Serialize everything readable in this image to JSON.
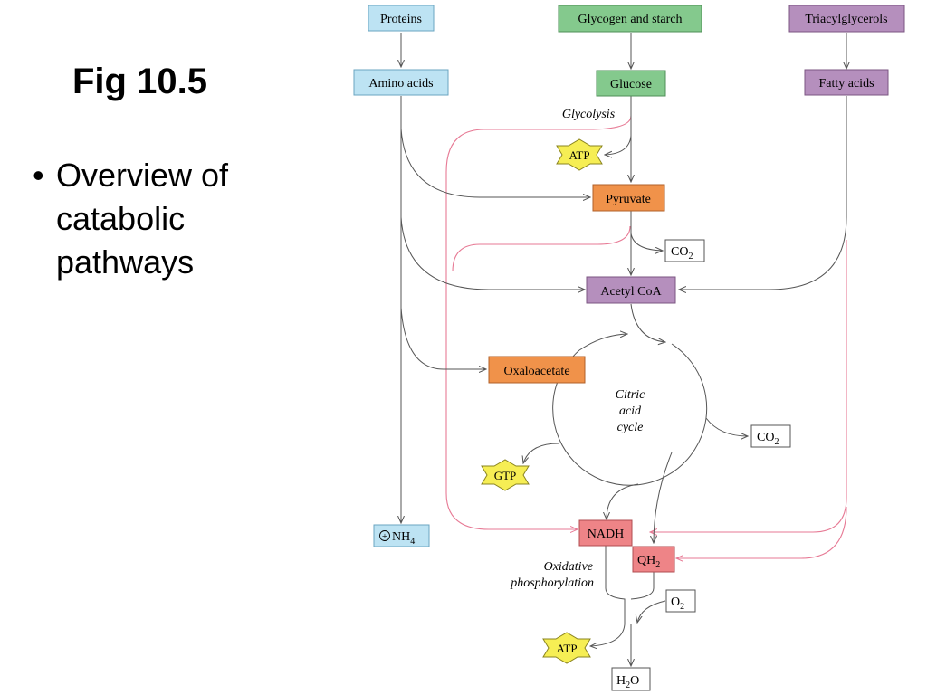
{
  "slide": {
    "title": "Fig 10.5",
    "bullet": "Overview of catabolic pathways"
  },
  "colors": {
    "protein": "#bde3f3",
    "carb": "#84c98d",
    "lipid": "#b58fbd",
    "intermediate": "#f0924a",
    "carrier": "#ee8487",
    "energy": "#f6ee54",
    "pink_line": "#e77a95",
    "gray_line": "#555555"
  },
  "diagram": {
    "boxes": {
      "proteins": "Proteins",
      "glycogen": "Glycogen and starch",
      "triacylglycerols": "Triacylglycerols",
      "amino_acids": "Amino acids",
      "glucose": "Glucose",
      "fatty_acids": "Fatty acids",
      "pyruvate": "Pyruvate",
      "co2_a": "CO",
      "co2_b": "CO",
      "acetyl_coa": "Acetyl CoA",
      "oxaloacetate": "Oxaloacetate",
      "nadh": "NADH",
      "qh2": "QH",
      "nh4": "NH",
      "o2": "O",
      "h2o_h": "H",
      "h2o_o": "O"
    },
    "subscripts": {
      "two": "2",
      "four": "4"
    },
    "badges": {
      "atp_top": "ATP",
      "gtp": "GTP",
      "atp_bottom": "ATP"
    },
    "labels": {
      "glycolysis": "Glycolysis",
      "citric_1": "Citric",
      "citric_2": "acid",
      "citric_3": "cycle",
      "oxidative_1": "Oxidative",
      "oxidative_2": "phosphorylation",
      "plus": "+"
    }
  }
}
